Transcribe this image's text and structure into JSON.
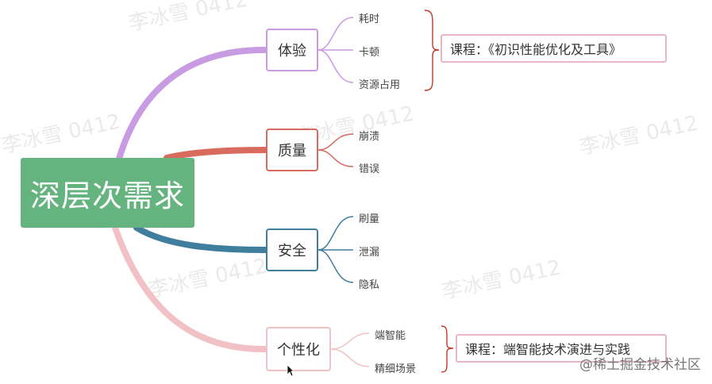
{
  "colors": {
    "root": "#65b37f",
    "experience": "#c89be2",
    "quality": "#d86a5e",
    "security": "#3f7f9d",
    "personalization": "#f2c1c6",
    "course": "#e7b8c4"
  },
  "mindmap": {
    "root": "深层次需求",
    "branches": [
      {
        "label": "体验",
        "children": [
          "耗时",
          "卡顿",
          "资源占用"
        ],
        "course": "课程：《初识性能优化及工具》"
      },
      {
        "label": "质量",
        "children": [
          "崩溃",
          "错误"
        ]
      },
      {
        "label": "安全",
        "children": [
          "刷量",
          "泄漏",
          "隐私"
        ]
      },
      {
        "label": "个性化",
        "children": [
          "端智能",
          "精细场景"
        ],
        "course": "课程：端智能技术演进与实践"
      }
    ]
  },
  "watermarks": [
    "李冰雪 0412",
    "李冰雪 0412",
    "李冰雪 0412",
    "李冰雪 0412",
    "李冰雪 0412",
    "李冰雪 0412"
  ],
  "footer": "@稀土掘金技术社区",
  "icons": {
    "cursor": "arrow-cursor-icon"
  }
}
